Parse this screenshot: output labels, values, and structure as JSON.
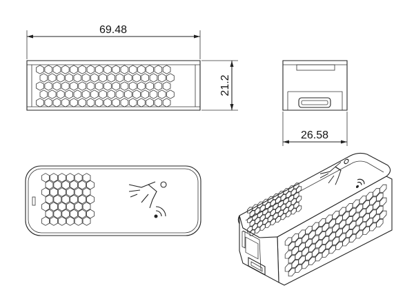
{
  "drawing": {
    "dimensions": {
      "length": "69.48",
      "height": "21.2",
      "width": "26.58"
    },
    "icons": [
      "motion-sensor-person-icon",
      "wireless-signal-icon"
    ]
  }
}
